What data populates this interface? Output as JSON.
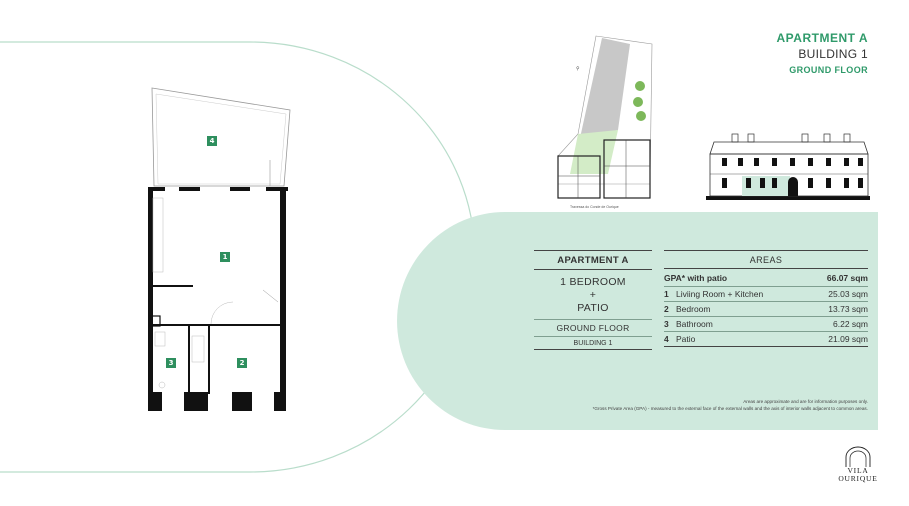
{
  "title": {
    "apartment": "APARTMENT A",
    "building": "BUILDING 1",
    "floor": "GROUND FLOOR"
  },
  "plan_labels": [
    "4",
    "1",
    "3",
    "2"
  ],
  "site_caption": "Travessa do Conde de Ourique",
  "summary": {
    "heading": "APARTMENT A",
    "typology_line1": "1 BEDROOM",
    "plus": "+",
    "typology_line2": "PATIO",
    "floor": "GROUND FLOOR",
    "building": "BUILDING 1"
  },
  "areas": {
    "heading": "AREAS",
    "gpa_label": "GPA* with patio",
    "gpa_value": "66.07 sqm",
    "rooms": [
      {
        "num": "1",
        "name": "Liviing Room + Kitchen",
        "area": "25.03 sqm"
      },
      {
        "num": "2",
        "name": "Bedroom",
        "area": "13.73 sqm"
      },
      {
        "num": "3",
        "name": "Bathroom",
        "area": "6.22 sqm"
      },
      {
        "num": "4",
        "name": "Patio",
        "area": "21.09 sqm"
      }
    ]
  },
  "notes": {
    "line1": "Areas are approximate and are for information purposes only.",
    "line2": "*Gross Private Area (GPA) - measured to the external face of the external walls and the axis of interior walls adjacent to common areas."
  },
  "logo": {
    "line1": "VILA",
    "line2": "OURIQUE"
  },
  "colors": {
    "accent": "#2f9a6a",
    "mint": "#cfe9dd",
    "circle_stroke": "#b9ddcb",
    "tag": "#2e8f5e"
  }
}
